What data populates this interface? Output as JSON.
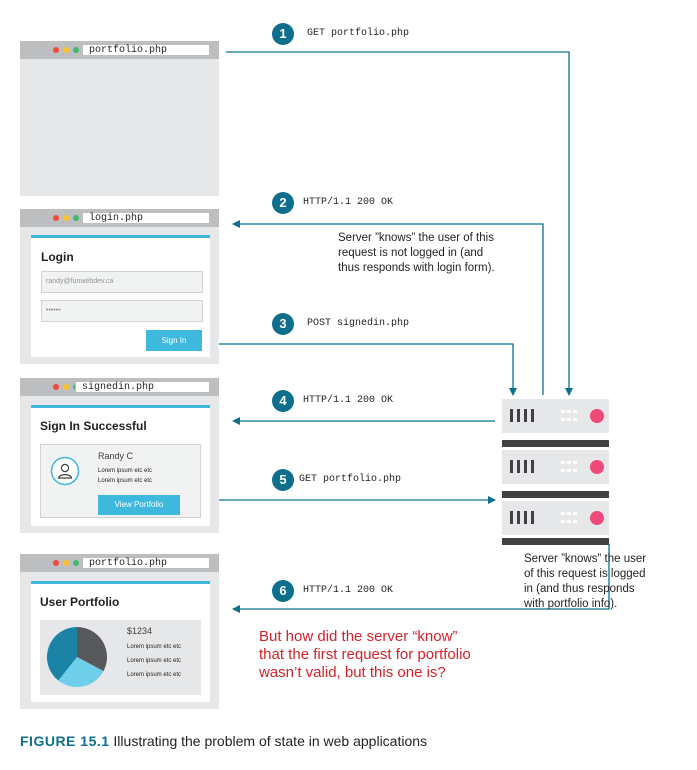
{
  "windows": {
    "w1": {
      "url": "portfolio.php"
    },
    "w2": {
      "url": "login.php",
      "title": "Login",
      "email_value": "randy@funwebdev.ca",
      "password_value": "••••••",
      "button": "Sign In"
    },
    "w3": {
      "url": "signedin.php",
      "title": "Sign In Successful",
      "user_name": "Randy C",
      "lines": [
        "Lorem ipsum etc etc",
        "Lorem ipsum etc etc"
      ],
      "button": "View Portfolio"
    },
    "w4": {
      "url": "portfolio.php",
      "title": "User Portfolio",
      "amount": "$1234",
      "lines": [
        "Lorem ipsum etc etc",
        "Lorem ipsum etc etc",
        "Lorem ipsum etc etc"
      ]
    }
  },
  "steps": [
    {
      "num": "1",
      "label": "GET portfolio.php"
    },
    {
      "num": "2",
      "label": "HTTP/1.1 200 OK"
    },
    {
      "num": "3",
      "label": "POST signedin.php"
    },
    {
      "num": "4",
      "label": "HTTP/1.1 200 OK"
    },
    {
      "num": "5",
      "label": "GET portfolio.php"
    },
    {
      "num": "6",
      "label": "HTTP/1.1 200 OK"
    }
  ],
  "notes": {
    "not_logged_in": [
      "Server ”knows” the user of this",
      "request is not logged in (and",
      "thus responds with login form)."
    ],
    "logged_in": [
      "Server ”knows” the user",
      "of this request is logged",
      "in (and thus responds",
      "with portfolio info)."
    ]
  },
  "question": [
    "But how did the server “know”",
    "that the first request for portfolio",
    "wasn’t valid, but this one is?"
  ],
  "caption": {
    "label": "FIGURE 15.1",
    "text": "Illustrating the problem of state in web applications"
  },
  "colors": {
    "accent": "#3fb8de",
    "arrow": "#0d6f8c",
    "question": "#d2232a",
    "caption_label": "#0d6f8c"
  },
  "icons": {
    "user": "user-icon",
    "server": "server-icon"
  }
}
